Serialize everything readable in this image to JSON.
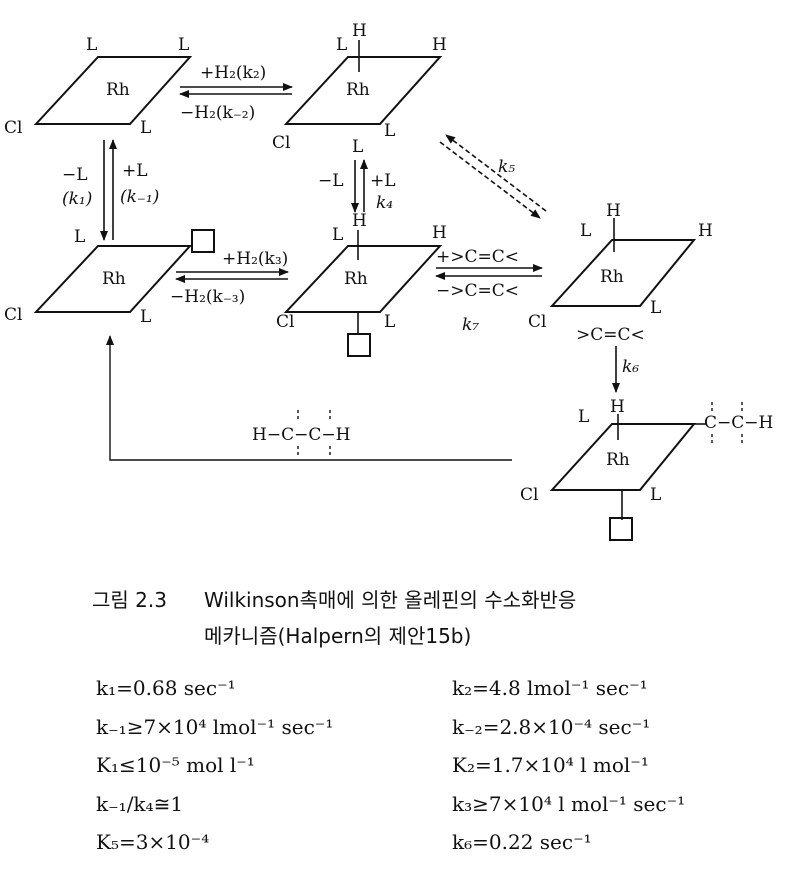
{
  "scheme": {
    "metal": "Rh",
    "ligand": "L",
    "chloride": "Cl",
    "hydride": "H",
    "step_k2_forward": "+H₂(k₂)",
    "step_k2_reverse": "−H₂(k₋₂)",
    "step_k1_forward": "−L",
    "step_k1_forward_const": "(k₁)",
    "step_k1_reverse": "+L",
    "step_k1_reverse_const": "(k₋₁)",
    "step_k4_forward": "−L",
    "step_k4_reverse": "+L",
    "step_k4_const": "k₄",
    "step_k3_forward": "+H₂(k₃)",
    "step_k3_reverse": "−H₂(k₋₃)",
    "step_k5_const": "k₅",
    "step_k7_forward": "+>C=C<",
    "step_k7_reverse": "−>C=C<",
    "step_k7_const": "k₇",
    "step_k6_const": "k₆",
    "olefin": ">C=C<",
    "alkyl": "C−C−H",
    "alkane": "H−C−C−H"
  },
  "caption": {
    "figure_number": "그림 2.3",
    "title_line1": "Wilkinson촉매에 의한 올레핀의 수소화반응",
    "title_line2": "메카니즘(Halpern의 제안15b)"
  },
  "constants": [
    {
      "left": "k₁=0.68 sec⁻¹",
      "right": "k₂=4.8 lmol⁻¹ sec⁻¹"
    },
    {
      "left": "k₋₁≥7×10⁴ lmol⁻¹ sec⁻¹",
      "right": "k₋₂=2.8×10⁻⁴ sec⁻¹"
    },
    {
      "left": "K₁≤10⁻⁵ mol l⁻¹",
      "right": "K₂=1.7×10⁴ l mol⁻¹"
    },
    {
      "left": "k₋₁/k₄≅1",
      "right": "k₃≥7×10⁴ l mol⁻¹ sec⁻¹"
    },
    {
      "left": "K₅=3×10⁻⁴",
      "right": "k₆=0.22 sec⁻¹"
    }
  ]
}
